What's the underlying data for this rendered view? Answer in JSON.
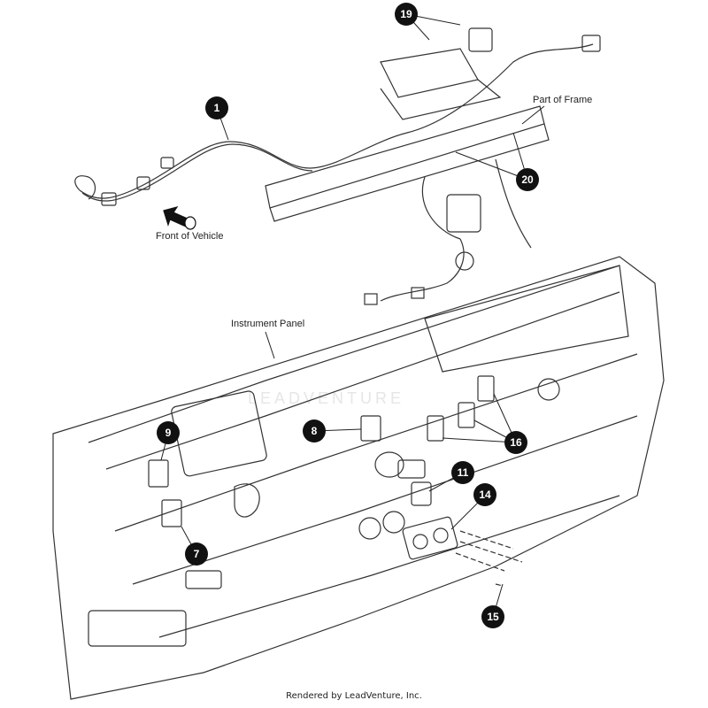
{
  "diagram": {
    "labels": {
      "part_of_frame": "Part of Frame",
      "front_of_vehicle": "Front of Vehicle",
      "instrument_panel": "Instrument Panel"
    },
    "callouts": [
      {
        "id": "1",
        "label": "1"
      },
      {
        "id": "7",
        "label": "7"
      },
      {
        "id": "8",
        "label": "8"
      },
      {
        "id": "9",
        "label": "9"
      },
      {
        "id": "11",
        "label": "11"
      },
      {
        "id": "14",
        "label": "14"
      },
      {
        "id": "15",
        "label": "15"
      },
      {
        "id": "16",
        "label": "16"
      },
      {
        "id": "19",
        "label": "19"
      },
      {
        "id": "20",
        "label": "20"
      }
    ],
    "watermark": "LEADVENTURE",
    "footer": "Rendered by LeadVenture, Inc."
  }
}
